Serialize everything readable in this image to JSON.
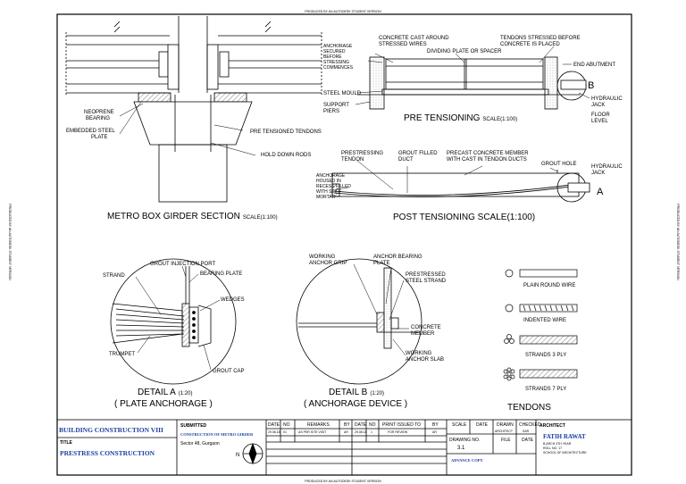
{
  "watermark": {
    "top": "PRODUCED BY AN AUTODESK STUDENT VERSION",
    "side": "PRODUCED BY AN AUTODESK STUDENT VERSION",
    "bottom": "PRODUCED BY AN AUTODESK STUDENT VERSION"
  },
  "metro": {
    "title": "METRO BOX GIRDER SECTION",
    "scale": "SCALE(1:100)",
    "labels": {
      "neoprene": [
        "NEOPRENE",
        "BEARING"
      ],
      "embedded": [
        "EMBEDDED STEEL",
        "PLATE"
      ],
      "pretensioned": "PRE TENSIONED TENDONS",
      "holddown": "HOLD DOWN RODS"
    }
  },
  "pre": {
    "title": "PRE TENSIONING",
    "scale": "SCALE(1:100)",
    "labels": {
      "cast": [
        "CONCRETE CAST AROUND",
        "STRESSED WIRES"
      ],
      "stressed": [
        "TENDONS STRESSED BEFORE",
        "CONCRETE IS PLACED"
      ],
      "anchorage": [
        "ANCHORAGE",
        "SECURED",
        "BEFORE",
        "STRESSING",
        "COMMENCES"
      ],
      "divider": "DIVIDING PLATE OR SPACER",
      "end": "END ABUTMENT",
      "mould": "STEEL MOULD",
      "support": [
        "SUPPORT",
        "PIERS"
      ],
      "hydraulic": [
        "HYDRAULIC",
        "JACK"
      ],
      "floor": [
        "FLOOR",
        "LEVEL"
      ],
      "marker": "B"
    }
  },
  "post": {
    "title": "POST TENSIONING SCALE(1:100)",
    "labels": {
      "prestressing": [
        "PRESTRESSING",
        "TENDON"
      ],
      "grout": [
        "GROUT FILLED",
        "DUCT"
      ],
      "precast": [
        "PRECAST CONCRETE MEMBER",
        "WITH CAST IN TENDON DUCTS"
      ],
      "hole": "GROUT HOLE",
      "hydraulic": [
        "HYDRAULIC",
        "JACK"
      ],
      "anchorage": [
        "ANCHORAGE",
        "HOUSED IN",
        "RECESS FILLED",
        "WITH STIFF",
        "MORTAR"
      ],
      "marker": "A"
    }
  },
  "detailA": {
    "title": "DETAIL A",
    "scale": "(1:20)",
    "subtitle": "( PLATE ANCHORAGE )",
    "labels": {
      "port": "GROUT INJECTION PORT",
      "strand": "STRAND",
      "bearing": "BEARING PLATE",
      "wedges": "WEDGES",
      "trumpet": "TRUMPET",
      "cap": "GROUT CAP"
    }
  },
  "detailB": {
    "title": "DETAIL B",
    "scale": "(1:20)",
    "subtitle": "( ANCHORAGE DEVICE )",
    "labels": {
      "working": [
        "WORKING",
        "ANCHOR GRIP"
      ],
      "bearing": [
        "ANCHOR BEARING",
        "PLATE"
      ],
      "prestressed": [
        "PRESTRESSED",
        "STEEL STRAND"
      ],
      "concrete": [
        "CONCRETE",
        "MEMBER"
      ],
      "slab": [
        "WORKING",
        "ANCHOR SLAB"
      ]
    }
  },
  "tendons": {
    "title": "TENDONS",
    "items": [
      "PLAIN ROUND WIRE",
      "INDENTED WIRE",
      "STRANDS 3 PLY",
      "STRANDS 7 PLY"
    ]
  },
  "titleblock": {
    "subject": "BUILDING CONSTRUCTION VIII",
    "title_head": "TITLE",
    "title": "PRESTRESS CONSTRUCTION",
    "sheet_head": "SUBMITTED",
    "college": "CONSTRUCTION OF METRO GIRDER",
    "location": "Sector 48, Gurgaon",
    "col_date": "DATE",
    "col_no": "NO",
    "col_remarks": "REMARKS",
    "col_by": "BY",
    "row_date": "29.08.18",
    "row_no": "01",
    "row_remarks": "AS PER SITE VISIT",
    "row_by": "AR",
    "col_date2": "DATE",
    "col_no2": "NO",
    "col_issue": "PRINT ISSUED TO",
    "col_by2": "BY",
    "row2_date": "29.08.18",
    "row2_no": "1",
    "row2_issue": "FOR REVIEW",
    "row2_by": "AR",
    "scale_head": "SCALE",
    "date_head": "DATE",
    "drawn_head": "DRAWN",
    "drawn_val": "ARCHITECT",
    "drawing_head": "DRAWING NO.",
    "drawing_val": "3.1",
    "file_head": "FILE",
    "sheet_date_head": "DATE",
    "checked_head": "CHECKED",
    "checked_val": "SAR",
    "advance": "ADVANCE COPY",
    "architect_head": "ARCHITECT",
    "architect_name": "FATIH RAWAT",
    "architect_l1": "B.ARCH 4TH YEAR",
    "architect_l2": "ROLL NO. 17",
    "architect_l3": "SCHOOL OF ARCHITECTURE",
    "north": "N"
  }
}
